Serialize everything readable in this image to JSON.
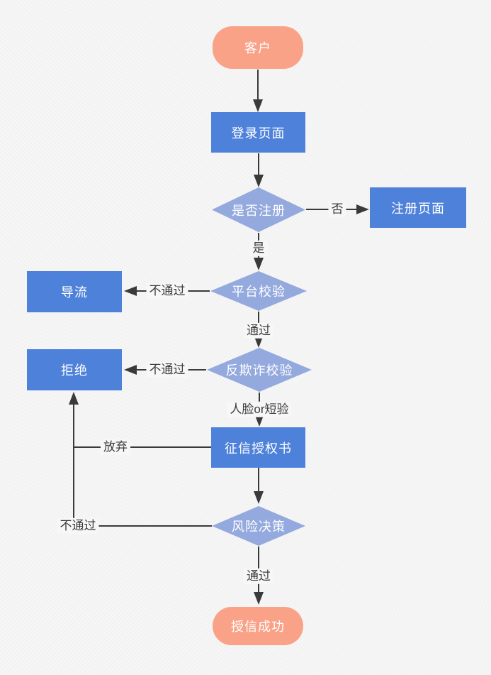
{
  "diagram": {
    "nodes": {
      "customer": {
        "label": "客户",
        "type": "terminal"
      },
      "login_page": {
        "label": "登录页面",
        "type": "process"
      },
      "register_check": {
        "label": "是否注册",
        "type": "decision"
      },
      "register_page": {
        "label": "注册页面",
        "type": "process"
      },
      "platform_check": {
        "label": "平台校验",
        "type": "decision"
      },
      "divert": {
        "label": "导流",
        "type": "process"
      },
      "antifraud_check": {
        "label": "反欺诈校验",
        "type": "decision"
      },
      "reject": {
        "label": "拒绝",
        "type": "process"
      },
      "credit_auth": {
        "label": "征信授权书",
        "type": "process"
      },
      "risk_decision": {
        "label": "风险决策",
        "type": "decision"
      },
      "credit_success": {
        "label": "授信成功",
        "type": "terminal"
      }
    },
    "edge_labels": {
      "no": "否",
      "yes": "是",
      "fail_platform": "不通过",
      "pass_platform": "通过",
      "fail_antifraud": "不通过",
      "face_or_sms": "人脸or短验",
      "abandon": "放弃",
      "fail_risk": "不通过",
      "pass_risk": "通过"
    },
    "colors": {
      "terminal_fill": "#F9A287",
      "process_fill": "#4E81D9",
      "decision_fill": "#94A9DD",
      "line": "#3A3A3A",
      "background": "#F7F7F7",
      "label_text": "#3D3D3D",
      "node_text": "#FFFFFF"
    }
  }
}
